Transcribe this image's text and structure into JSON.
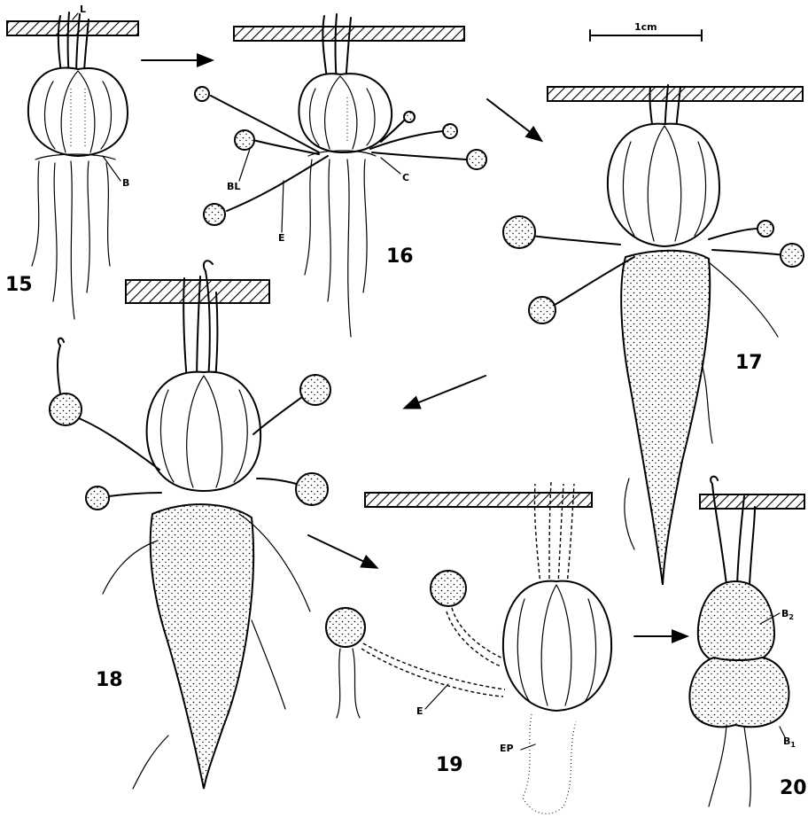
{
  "figures": [
    {
      "number": "15",
      "labels": [
        "L",
        "B"
      ]
    },
    {
      "number": "16",
      "labels": [
        "BL",
        "C",
        "E"
      ]
    },
    {
      "number": "17",
      "labels": []
    },
    {
      "number": "18",
      "labels": []
    },
    {
      "number": "19",
      "labels": [
        "E",
        "EP"
      ]
    },
    {
      "number": "20",
      "labels": [
        "B2",
        "B1"
      ]
    }
  ],
  "scale_bar": {
    "label": "1cm"
  },
  "labels": {
    "L": "L",
    "B": "B",
    "BL": "BL",
    "C": "C",
    "E": "E",
    "E2": "E",
    "EP": "EP",
    "B2": "B",
    "B2_sub": "2",
    "B1": "B",
    "B1_sub": "1"
  }
}
